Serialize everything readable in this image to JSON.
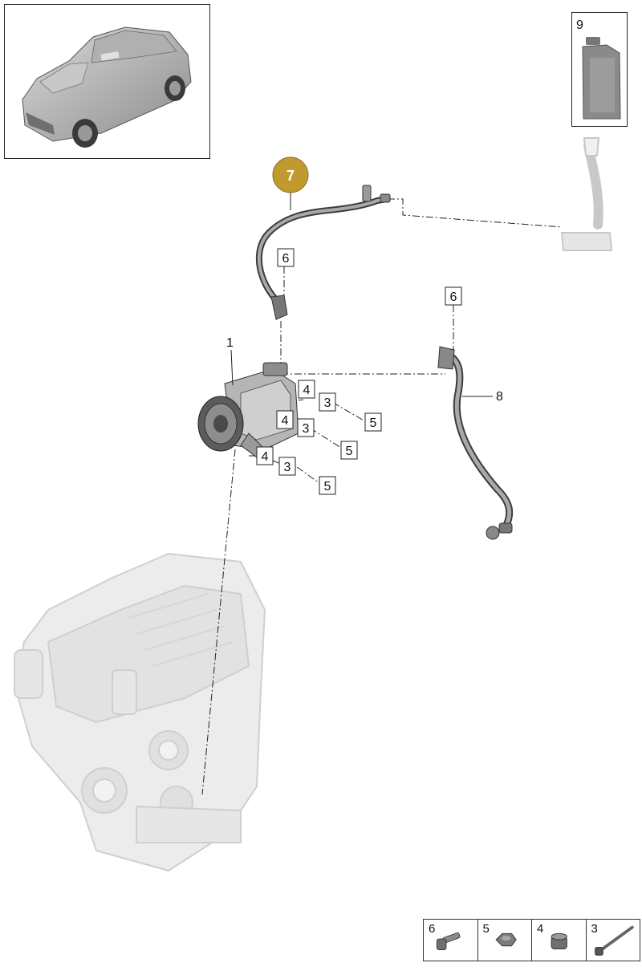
{
  "diagram": {
    "highlight_callout": "7",
    "callouts": {
      "compressor": "1",
      "hose_line_8": "8",
      "oil_bottle": "9"
    },
    "boxed_labels": {
      "bolt_upper_hose": "6",
      "bolt_lower_hose": "6",
      "sleeve_a": "4",
      "sleeve_b": "4",
      "sleeve_c": "4",
      "screw_a": "3",
      "screw_b": "3",
      "screw_c": "3",
      "nut_a": "5",
      "nut_b": "5",
      "nut_c": "5"
    },
    "legend": [
      {
        "number": "6",
        "icon": "bolt-icon"
      },
      {
        "number": "5",
        "icon": "nut-icon"
      },
      {
        "number": "4",
        "icon": "sleeve-icon"
      },
      {
        "number": "3",
        "icon": "stud-screw-icon"
      }
    ],
    "colors": {
      "highlight": "#c19a2e",
      "line": "#222222",
      "ghost": "#d4d4d4"
    }
  }
}
